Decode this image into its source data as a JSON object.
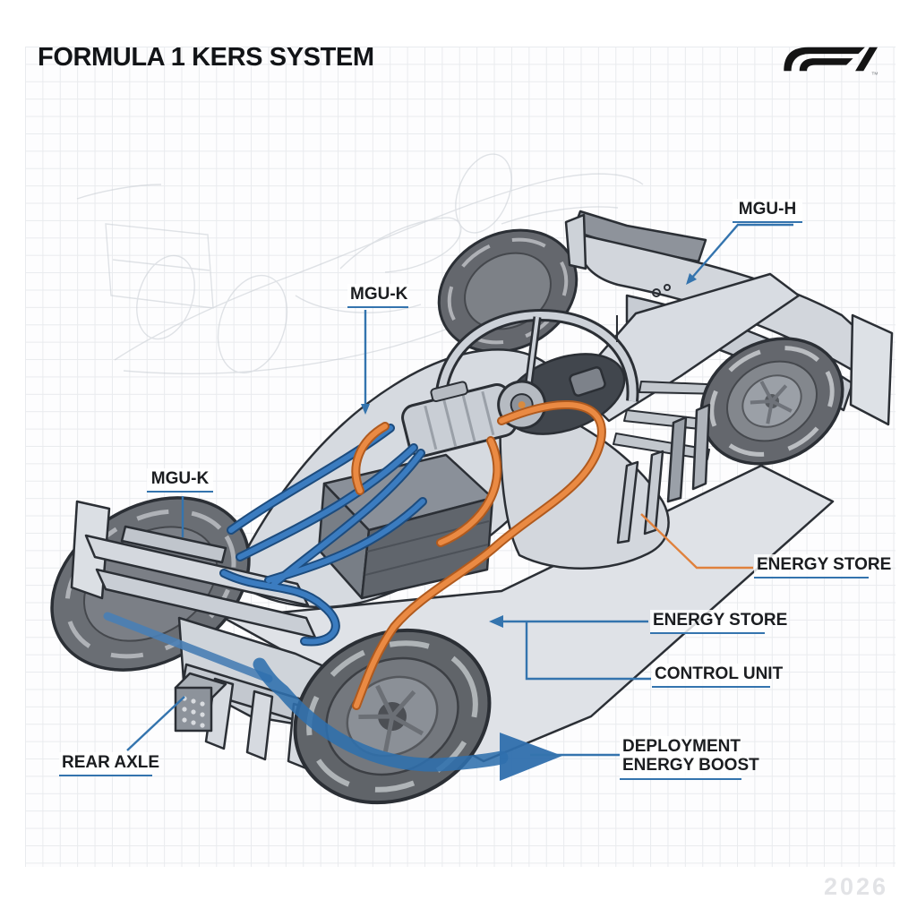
{
  "title": "FORMULA 1 KERS SYSTEM",
  "brand": {
    "logo_name": "F1-logo",
    "trademark": "TM"
  },
  "year_watermark": "2026",
  "labels": {
    "mgu_h": "MGU-H",
    "mgu_k_top": "MGU-K",
    "mgu_k_left": "MGU-K",
    "energy_store_right": "ENERGY STORE",
    "energy_store_mid": "ENERGY STORE",
    "control_unit": "CONTROL UNIT",
    "rear_axle": "REAR AXLE",
    "deployment_line1": "DEPLOYMENT",
    "deployment_line2": "ENERGY BOOST"
  },
  "diagram": {
    "type": "technical-cutaway-illustration",
    "subject": "Formula 1 car KERS energy recovery system, three-quarter view on blueprint grid",
    "colors": {
      "leader_blue": "#3474ae",
      "leader_orange": "#e0813c",
      "cable_blue": "#3b7cc0",
      "cable_orange": "#ea8a43",
      "deployment_arrow_blue": "#2f6fad",
      "body_gray": "#d6dae0",
      "tyre_gray": "#63666c",
      "grid_line": "#e9ebee",
      "ink": "#26292e"
    }
  }
}
